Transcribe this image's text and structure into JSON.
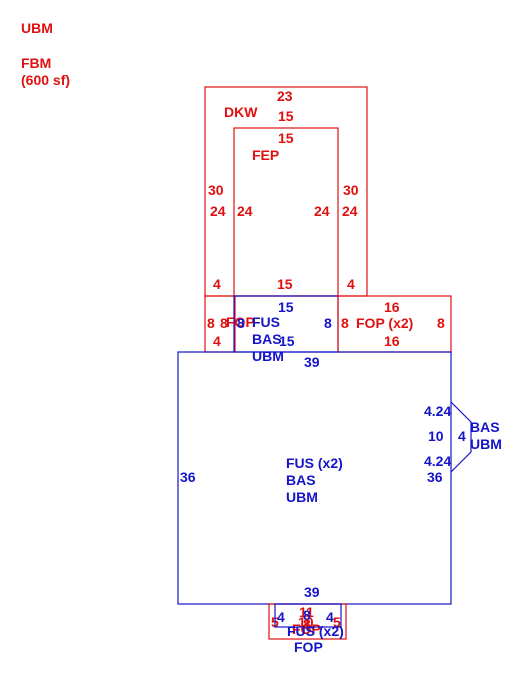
{
  "colors": {
    "red": "#e01010",
    "blue": "#1414c8"
  },
  "legend": {
    "ubm": "UBM",
    "fbm": "FBM",
    "fbm_area": "(600 sf)"
  },
  "dkw": {
    "label": "DKW",
    "top": "23",
    "left": "30",
    "right": "30",
    "bottom_left": "4",
    "bottom_right": "4"
  },
  "fep": {
    "label": "FEP",
    "top": "15",
    "top2": "15",
    "left": "24",
    "left2": "24",
    "right": "24",
    "right2": "24",
    "bottom": "15"
  },
  "fop_small": {
    "label": "FOP",
    "left": "8",
    "left2": "8",
    "bottom": "4"
  },
  "fus_small": {
    "line1": "FUS",
    "line2": "BAS",
    "line3": "UBM",
    "top": "15",
    "left": "8",
    "right": "8",
    "bottom": "15"
  },
  "fop_x2": {
    "label": "FOP (x2)",
    "top": "16",
    "left": "8",
    "right": "8",
    "bottom": "16"
  },
  "main": {
    "line1": "FUS (x2)",
    "line2": "BAS",
    "line3": "UBM",
    "top": "39",
    "left": "36",
    "right": "36",
    "bottom": "39"
  },
  "bay": {
    "line1": "BAS",
    "line2": "UBM",
    "top": "4.24",
    "middle": "10",
    "inner": "4",
    "bottom": "4.24"
  },
  "bottom_fus": {
    "label": "FUS (x2)",
    "top": "11",
    "top2": "8",
    "left": "4",
    "right": "4",
    "bottom": "8"
  },
  "bottom_fop": {
    "label": "FOP",
    "overlay": "FOP",
    "left": "5",
    "right": "5",
    "top": "10"
  }
}
